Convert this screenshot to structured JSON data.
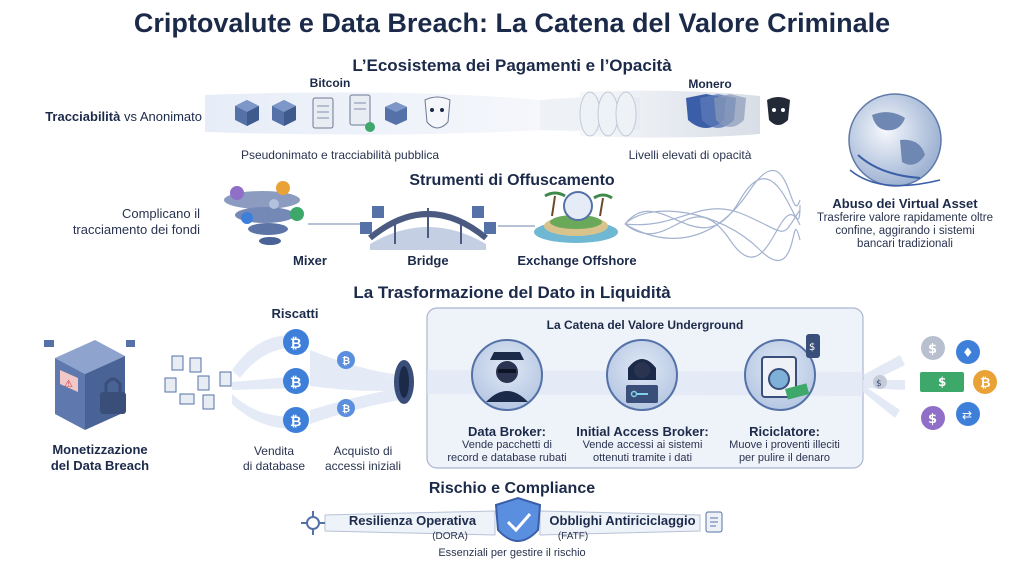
{
  "title": "Criptovalute e Data Breach: La Catena del Valore Criminale",
  "ecosystem": {
    "title": "L’Ecosistema dei Pagamenti e l’Opacità",
    "bitcoin_label": "Bitcoin",
    "monero_label": "Monero",
    "trace_label_bold": "Tracciabilità",
    "trace_label_rest": " vs Anonimato",
    "bitcoin_desc": "Pseudonimato e tracciabilità pubblica",
    "monero_desc": "Livelli elevati di opacità"
  },
  "obfuscation": {
    "title": "Strumenti di Offuscamento",
    "left_text_1": "Complicano il",
    "left_text_2": "tracciamento dei fondi",
    "mixer": "Mixer",
    "bridge": "Bridge",
    "exchange": "Exchange Offshore"
  },
  "virtual_asset": {
    "title": "Abuso dei Virtual Asset",
    "desc_1": "Trasferire valore rapidamente oltre",
    "desc_2": "confine, aggirando i sistemi",
    "desc_3": "bancari tradizionali"
  },
  "transformation": {
    "title": "La Trasformazione del Dato in Liquidità",
    "ransom": "Riscatti",
    "monetization_1": "Monetizzazione",
    "monetization_2": "del Data Breach",
    "db_sale_1": "Vendita",
    "db_sale_2": "di database",
    "access_1": "Acquisto di",
    "access_2": "accessi iniziali"
  },
  "underground": {
    "title": "La Catena del Valore Underground",
    "cards": [
      {
        "name": "Data Broker:",
        "desc_1": "Vende pacchetti di",
        "desc_2": "record e database rubati"
      },
      {
        "name": "Initial Access Broker:",
        "desc_1": "Vende accessi ai sistemi",
        "desc_2": "ottenuti tramite i dati"
      },
      {
        "name": "Riciclatore:",
        "desc_1": "Muove i proventi illeciti",
        "desc_2": "per pulire il denaro"
      }
    ]
  },
  "risk": {
    "title": "Rischio e Compliance",
    "resilience": "Resilienza Operativa",
    "resilience_sub": "(DORA)",
    "aml": "Obblighi Antiriciclaggio",
    "aml_sub": "(FATF)",
    "footer": "Essenziali per gestire il rischio"
  },
  "colors": {
    "navy": "#1c2a4a",
    "blue": "#3a6fc4",
    "bitcoin": "#3e7fd9",
    "teal": "#2f8f9d"
  }
}
